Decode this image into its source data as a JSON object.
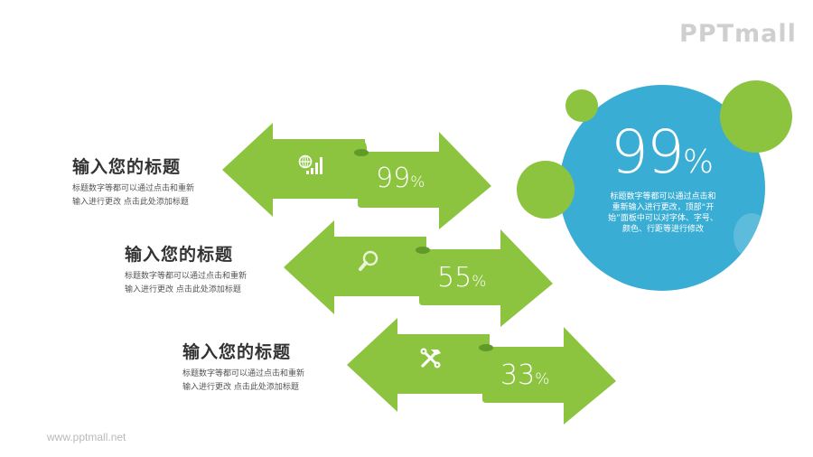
{
  "branding": {
    "logo_text": "PPTmall",
    "footer_url": "www.pptmall.net"
  },
  "colors": {
    "arrow_green": "#8cc43f",
    "arrow_fold": "#5f9a2a",
    "bubble_blue": "#3aadd4",
    "title_text": "#333333",
    "watermark": "#cfcfcf"
  },
  "items": [
    {
      "title": "输入您的标题",
      "desc_line1": "标题数字等都可以通过点击和重新",
      "desc_line2": "输入进行更改 点击此处添加标题",
      "icon": "globe-signal-icon",
      "percent_value": "99",
      "percent_symbol": "%"
    },
    {
      "title": "输入您的标题",
      "desc_line1": "标题数字等都可以通过点击和重新",
      "desc_line2": "输入进行更改 点击此处添加标题",
      "icon": "magnifier-icon",
      "percent_value": "55",
      "percent_symbol": "%"
    },
    {
      "title": "输入您的标题",
      "desc_line1": "标题数字等都可以通过点击和重新",
      "desc_line2": "输入进行更改 点击此处添加标题",
      "icon": "tools-icon",
      "percent_value": "33",
      "percent_symbol": "%"
    }
  ],
  "highlight": {
    "percent_value": "99",
    "percent_symbol": "%",
    "desc_line1": "标题数字等都可以通过点击和",
    "desc_line2": "重新输入进行更改，顶部“开",
    "desc_line3": "始”面板中可以对字体、字号、",
    "desc_line4": "颜色、行距等进行修改"
  }
}
